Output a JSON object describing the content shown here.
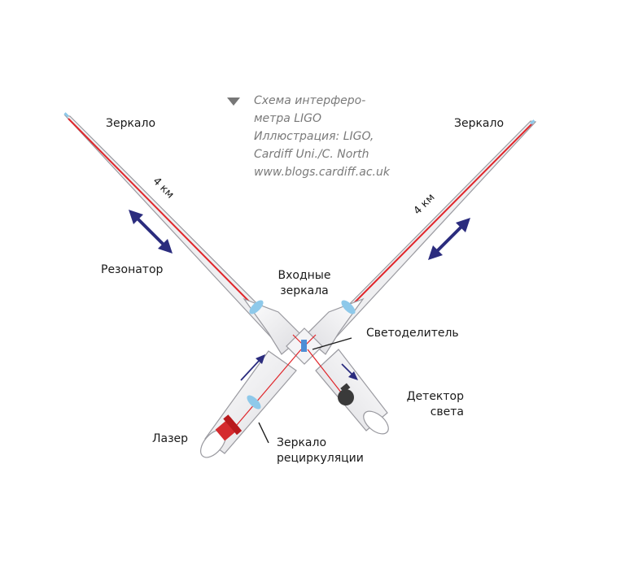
{
  "caption": {
    "lines": [
      "Схема интерферо-",
      "метра LIGO",
      "Иллюстрация: LIGO,",
      "Cardiff Uni./C. North",
      "www.blogs.cardiff.ac.uk"
    ]
  },
  "labels": {
    "mirror_left": "Зеркало",
    "mirror_right": "Зеркало",
    "arm_left_length": "4 км",
    "arm_right_length": "4 км",
    "resonator": "Резонатор",
    "input_mirrors_1": "Входные",
    "input_mirrors_2": "зеркала",
    "beam_splitter": "Светоделитель",
    "detector_1": "Детектор",
    "detector_2": "света",
    "laser": "Лазер",
    "recycling_mirror_1": "Зеркало",
    "recycling_mirror_2": "рециркуляции"
  },
  "colors": {
    "tube_fill": "#ececee",
    "tube_edge": "#9a9aa0",
    "laser_beam": "#e0262b",
    "mirror": "#8ec9ea",
    "arrow": "#2b2c7e",
    "caption_marker": "#777777"
  }
}
